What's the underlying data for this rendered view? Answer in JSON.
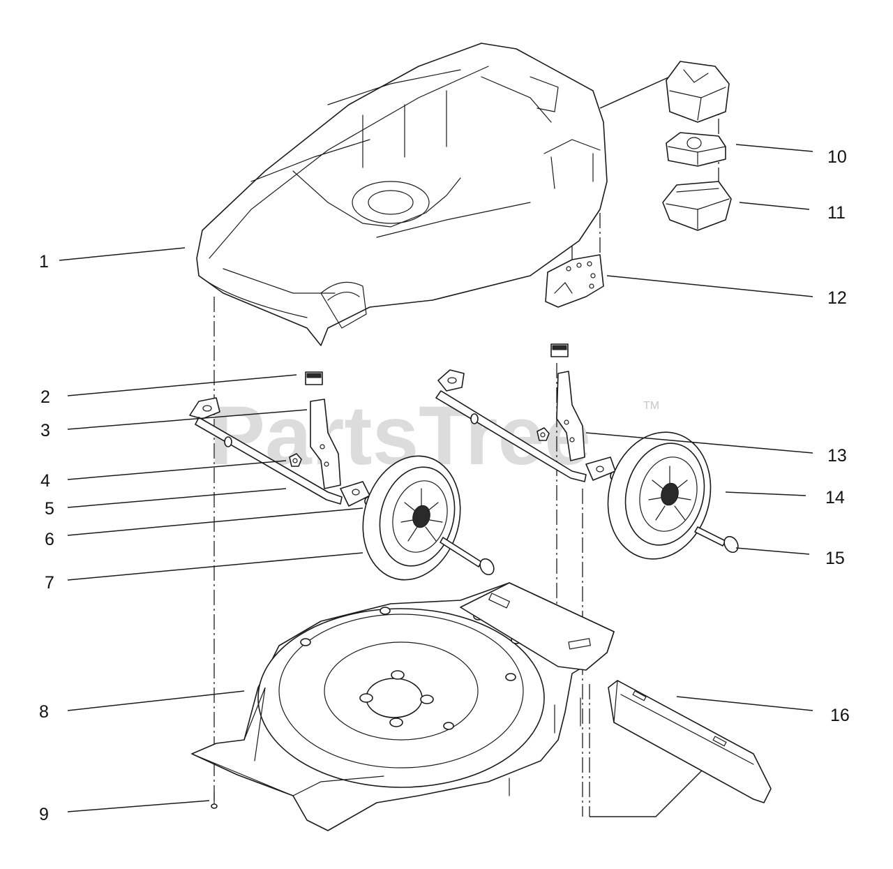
{
  "watermark": {
    "text": "PartsTree",
    "trademark": "TM",
    "color": "#d7d7d7"
  },
  "callouts": [
    "1",
    "2",
    "3",
    "4",
    "5",
    "6",
    "7",
    "8",
    "9",
    "10",
    "11",
    "12",
    "13",
    "14",
    "15",
    "16"
  ],
  "line_color": "#1a1a1a"
}
